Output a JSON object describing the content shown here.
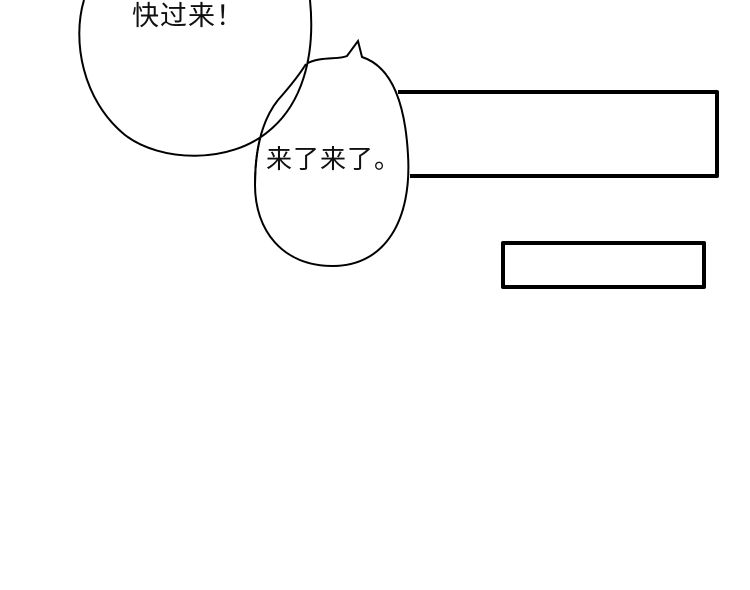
{
  "page": {
    "background": "#ffffff",
    "line_color": "#000000"
  },
  "bubbles": [
    {
      "id": "bubble-1",
      "text": "快过来！",
      "shape": "oval"
    },
    {
      "id": "bubble-2",
      "text": "来了来了。",
      "shape": "oval-with-spike"
    }
  ],
  "panels": [
    {
      "id": "caption-box-1",
      "text": ""
    },
    {
      "id": "caption-box-2",
      "text": ""
    }
  ]
}
